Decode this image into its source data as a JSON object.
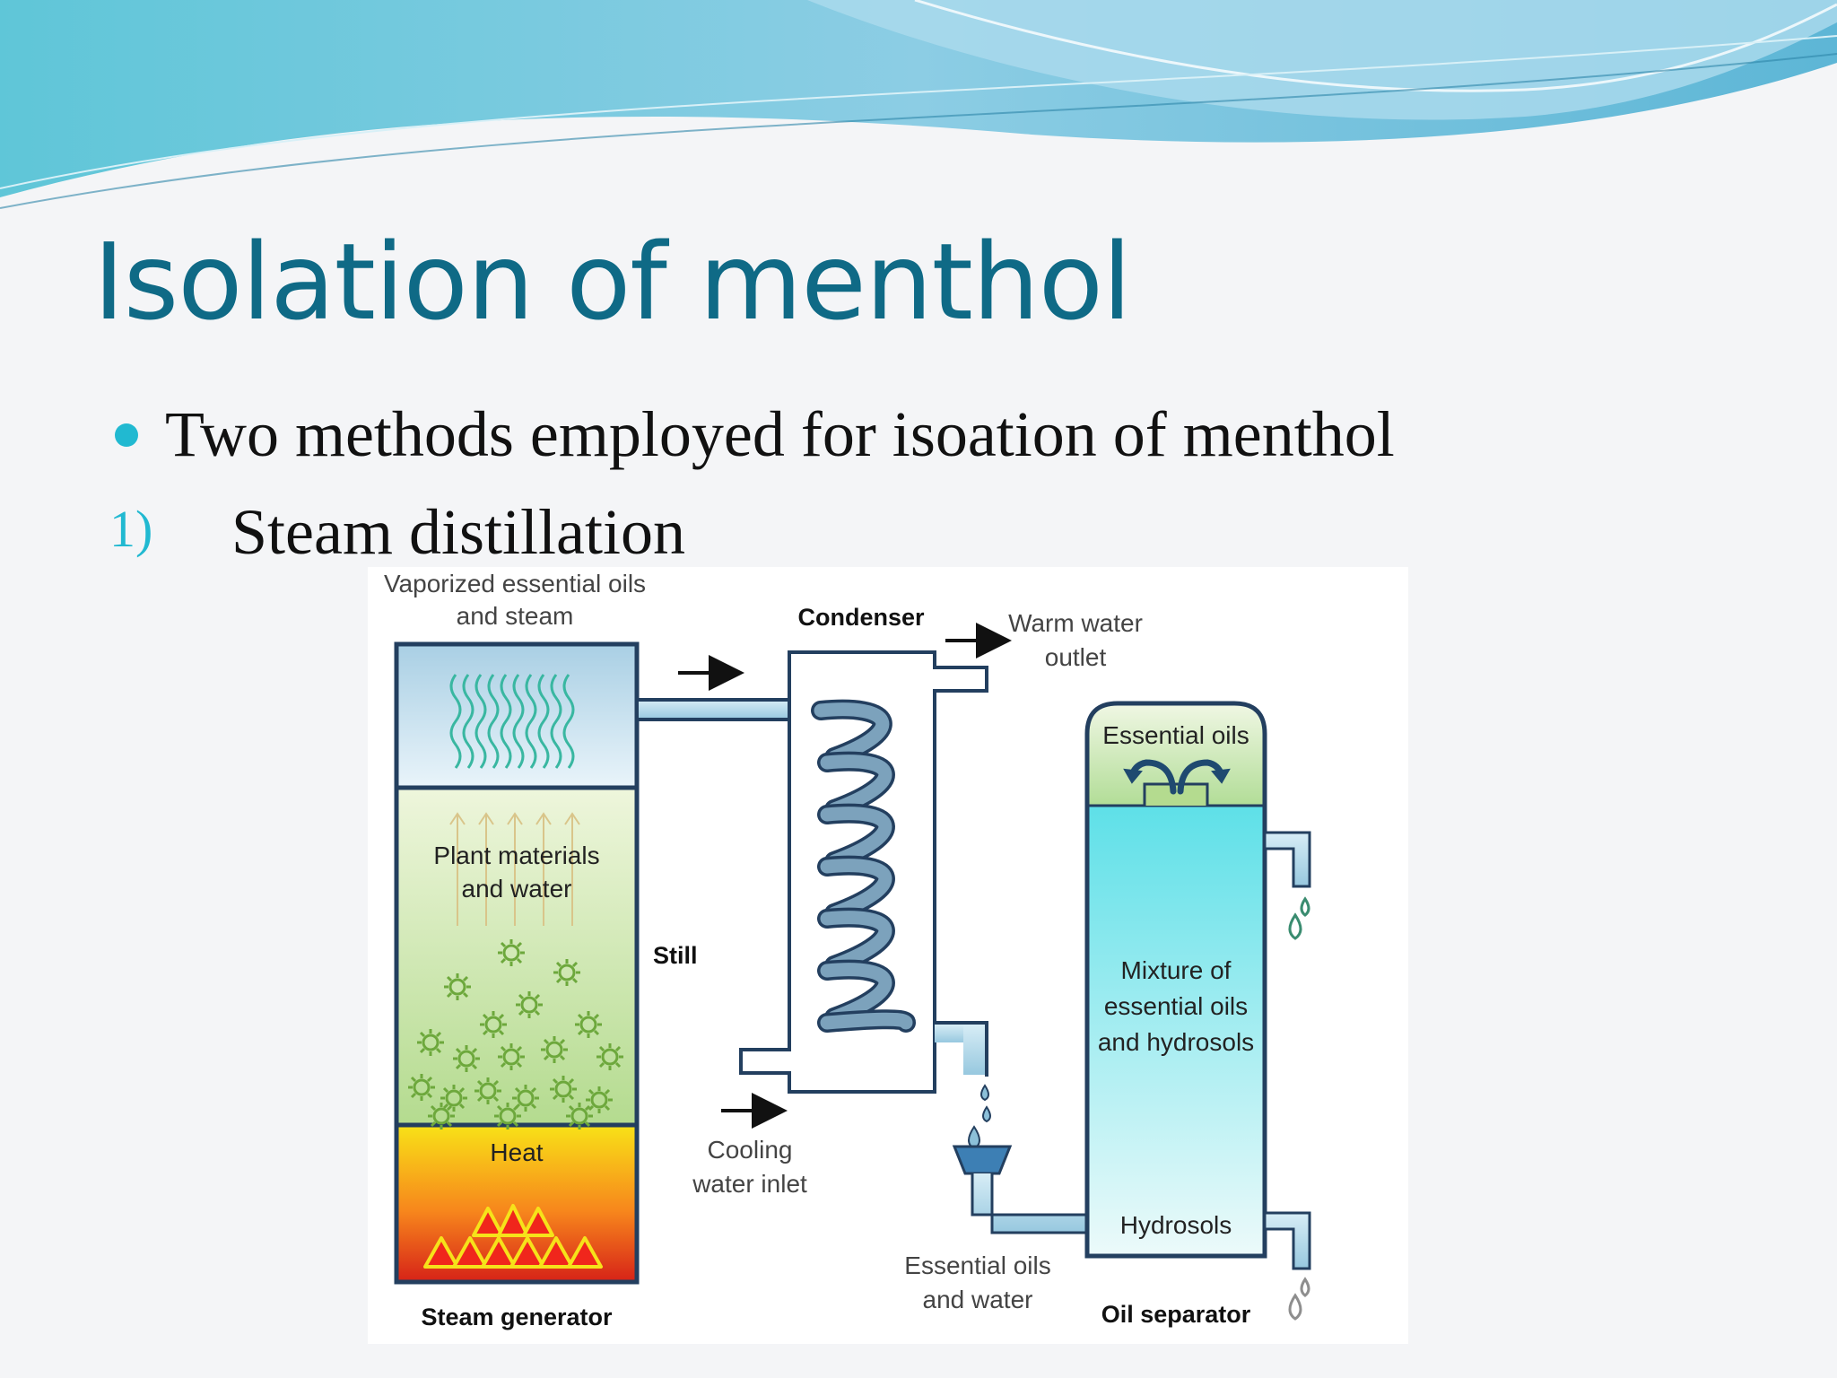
{
  "slide": {
    "title": "Isolation of menthol",
    "bullet": "Two methods employed for isoation of menthol",
    "numbered": {
      "marker": "1)",
      "text": "Steam distillation"
    }
  },
  "diagram": {
    "labels": {
      "vapor_line1": "Vaporized essential oils",
      "vapor_line2": "and steam",
      "plant_line1": "Plant materials",
      "plant_line2": "and water",
      "heat": "Heat",
      "steam_generator": "Steam generator",
      "still": "Still",
      "condenser": "Condenser",
      "warm_line1": "Warm water",
      "warm_line2": "outlet",
      "cooling_line1": "Cooling",
      "cooling_line2": "water inlet",
      "ess_water_line1": "Essential oils",
      "ess_water_line2": "and water",
      "essential_oils": "Essential oils",
      "mixture_line1": "Mixture of",
      "mixture_line2": "essential oils",
      "mixture_line3": "and hydrosols",
      "hydrosols": "Hydrosols",
      "oil_separator": "Oil separator"
    },
    "colors": {
      "outline": "#233f5f",
      "pipe": "#b6dcea",
      "coil": "#6f98b3",
      "plant_green": "#6da83c"
    }
  }
}
